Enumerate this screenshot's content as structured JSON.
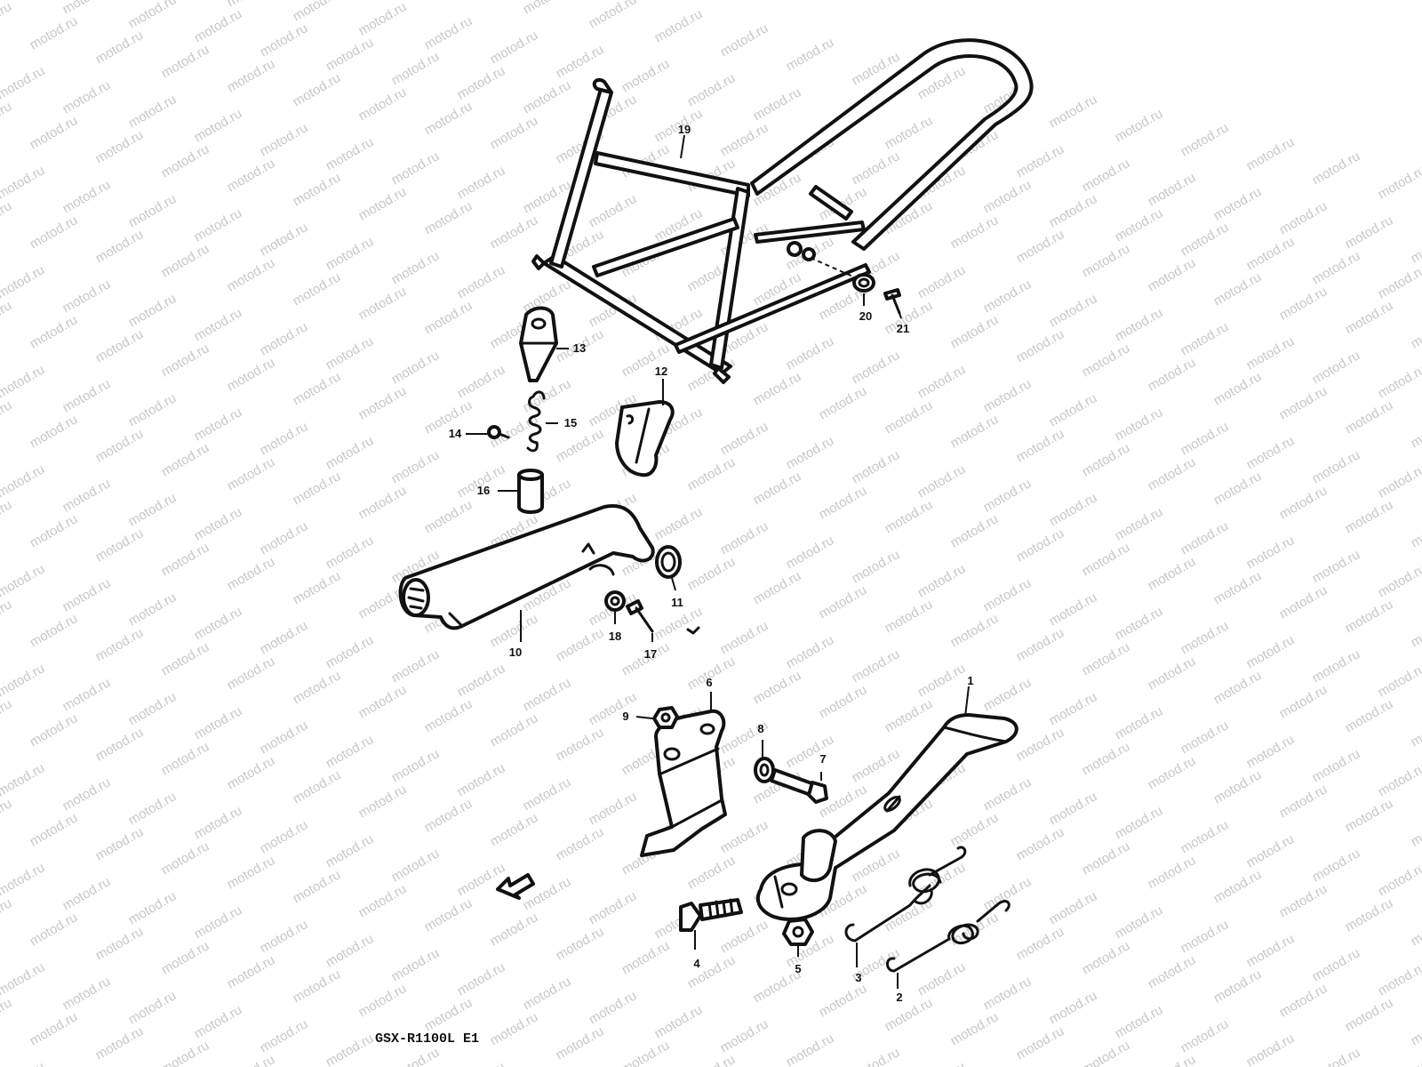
{
  "watermark": {
    "text": "motod.ru",
    "color": "#c8c8c8"
  },
  "diagram": {
    "caption": "GSX-R1100L E1",
    "callouts": [
      "19",
      "20",
      "21",
      "13",
      "12",
      "14",
      "15",
      "16",
      "11",
      "10",
      "18",
      "17",
      "6",
      "9",
      "8",
      "7",
      "1",
      "4",
      "5",
      "3",
      "2"
    ]
  },
  "colors": {
    "line": "#111111",
    "background": "#ffffff"
  }
}
